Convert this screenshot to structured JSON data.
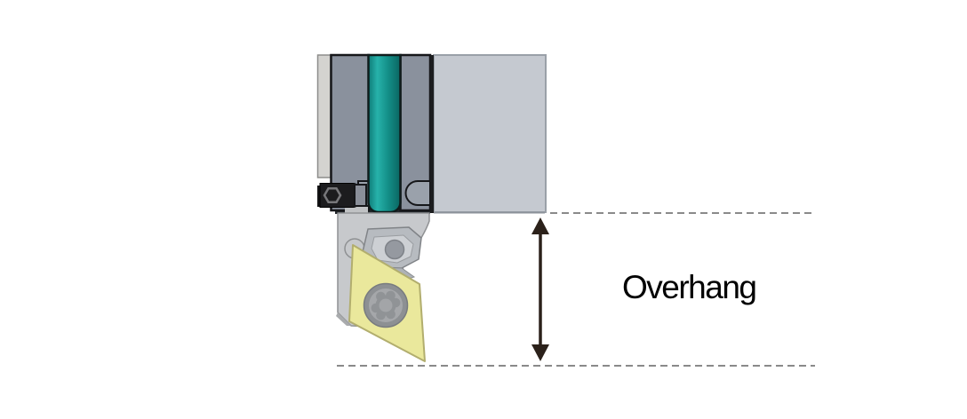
{
  "diagram": {
    "label": "Overhang",
    "description": "Cross-section technical illustration of a turning tool holder clamped in a machine block, showing the overhang distance between the block face and the cutting insert tip",
    "parts": [
      {
        "name": "machine-block"
      },
      {
        "name": "left-clamp-plate"
      },
      {
        "name": "clamp-column-left"
      },
      {
        "name": "clamp-column-right"
      },
      {
        "name": "coolant-tube"
      },
      {
        "name": "set-screw"
      },
      {
        "name": "tool-holder-body"
      },
      {
        "name": "insert-clamp"
      },
      {
        "name": "clamp-screw"
      },
      {
        "name": "cutting-insert"
      },
      {
        "name": "torx-screw"
      },
      {
        "name": "reference-line-top"
      },
      {
        "name": "reference-line-bottom"
      },
      {
        "name": "overhang-arrow"
      }
    ],
    "colors": {
      "background": "#ffffff",
      "machine_block": "#c5c9d0",
      "machine_block_edge": "#9aa0a8",
      "column_gray": "#8a919d",
      "left_plate": "#d4d3d0",
      "coolant_tube_light": "#27b2aa",
      "coolant_tube_dark": "#0a6561",
      "holder_body": "#c7c9cc",
      "insert_yellow": "#eae89c",
      "insert_edge": "#b2ae6e",
      "screw_black": "#1c1c1e",
      "clamp_screw_gray": "#9599a0",
      "torx_ring": "#8d9093",
      "torx_inner": "#a5a7aa",
      "arrow": "#2b211a",
      "dashed_line": "#8a8a8a",
      "label_text": "#000000"
    }
  }
}
